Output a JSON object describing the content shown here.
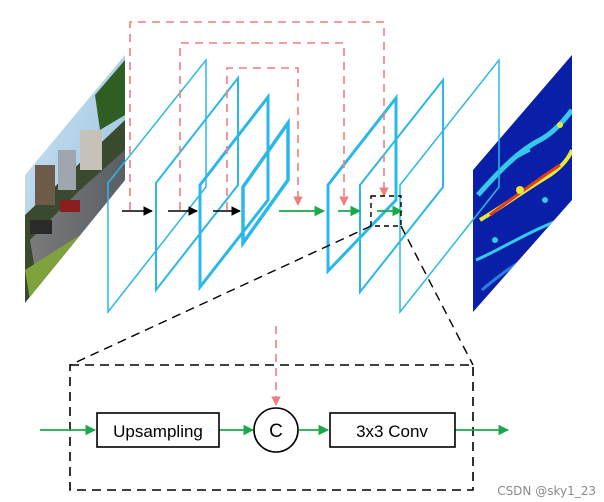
{
  "colors": {
    "layer": "#2bb8e8",
    "skip": "#ef7f7f",
    "flow_green": "#1aa84a",
    "flow_black": "#000000"
  },
  "blocks": {
    "upsampling": "Upsampling",
    "concat": "C",
    "conv": "3x3 Conv"
  },
  "watermark": "CSDN @sky1_23",
  "images": {
    "input": "street-scene-photo",
    "output": "edge-heatmap"
  }
}
